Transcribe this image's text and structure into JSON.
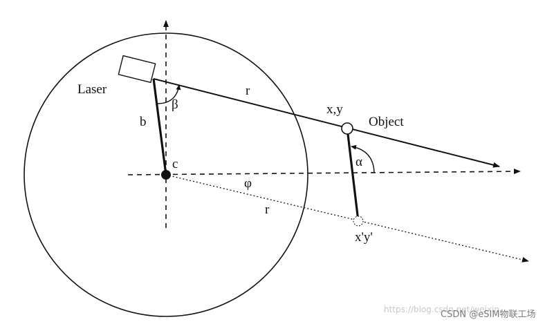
{
  "labels": {
    "laser": "Laser",
    "r_top": "r",
    "beta": "β",
    "b": "b",
    "xy": "x,y",
    "object": "Object",
    "c": "c",
    "alpha": "α",
    "phi": "φ",
    "r_bottom": "r",
    "xy_prime": "x'y'"
  },
  "watermark": {
    "url": "https://blog.csdn.net/weixin_",
    "brand": "CSDN @eSIM物联工场"
  },
  "colors": {
    "stroke": "#111111",
    "background": "#ffffff"
  }
}
